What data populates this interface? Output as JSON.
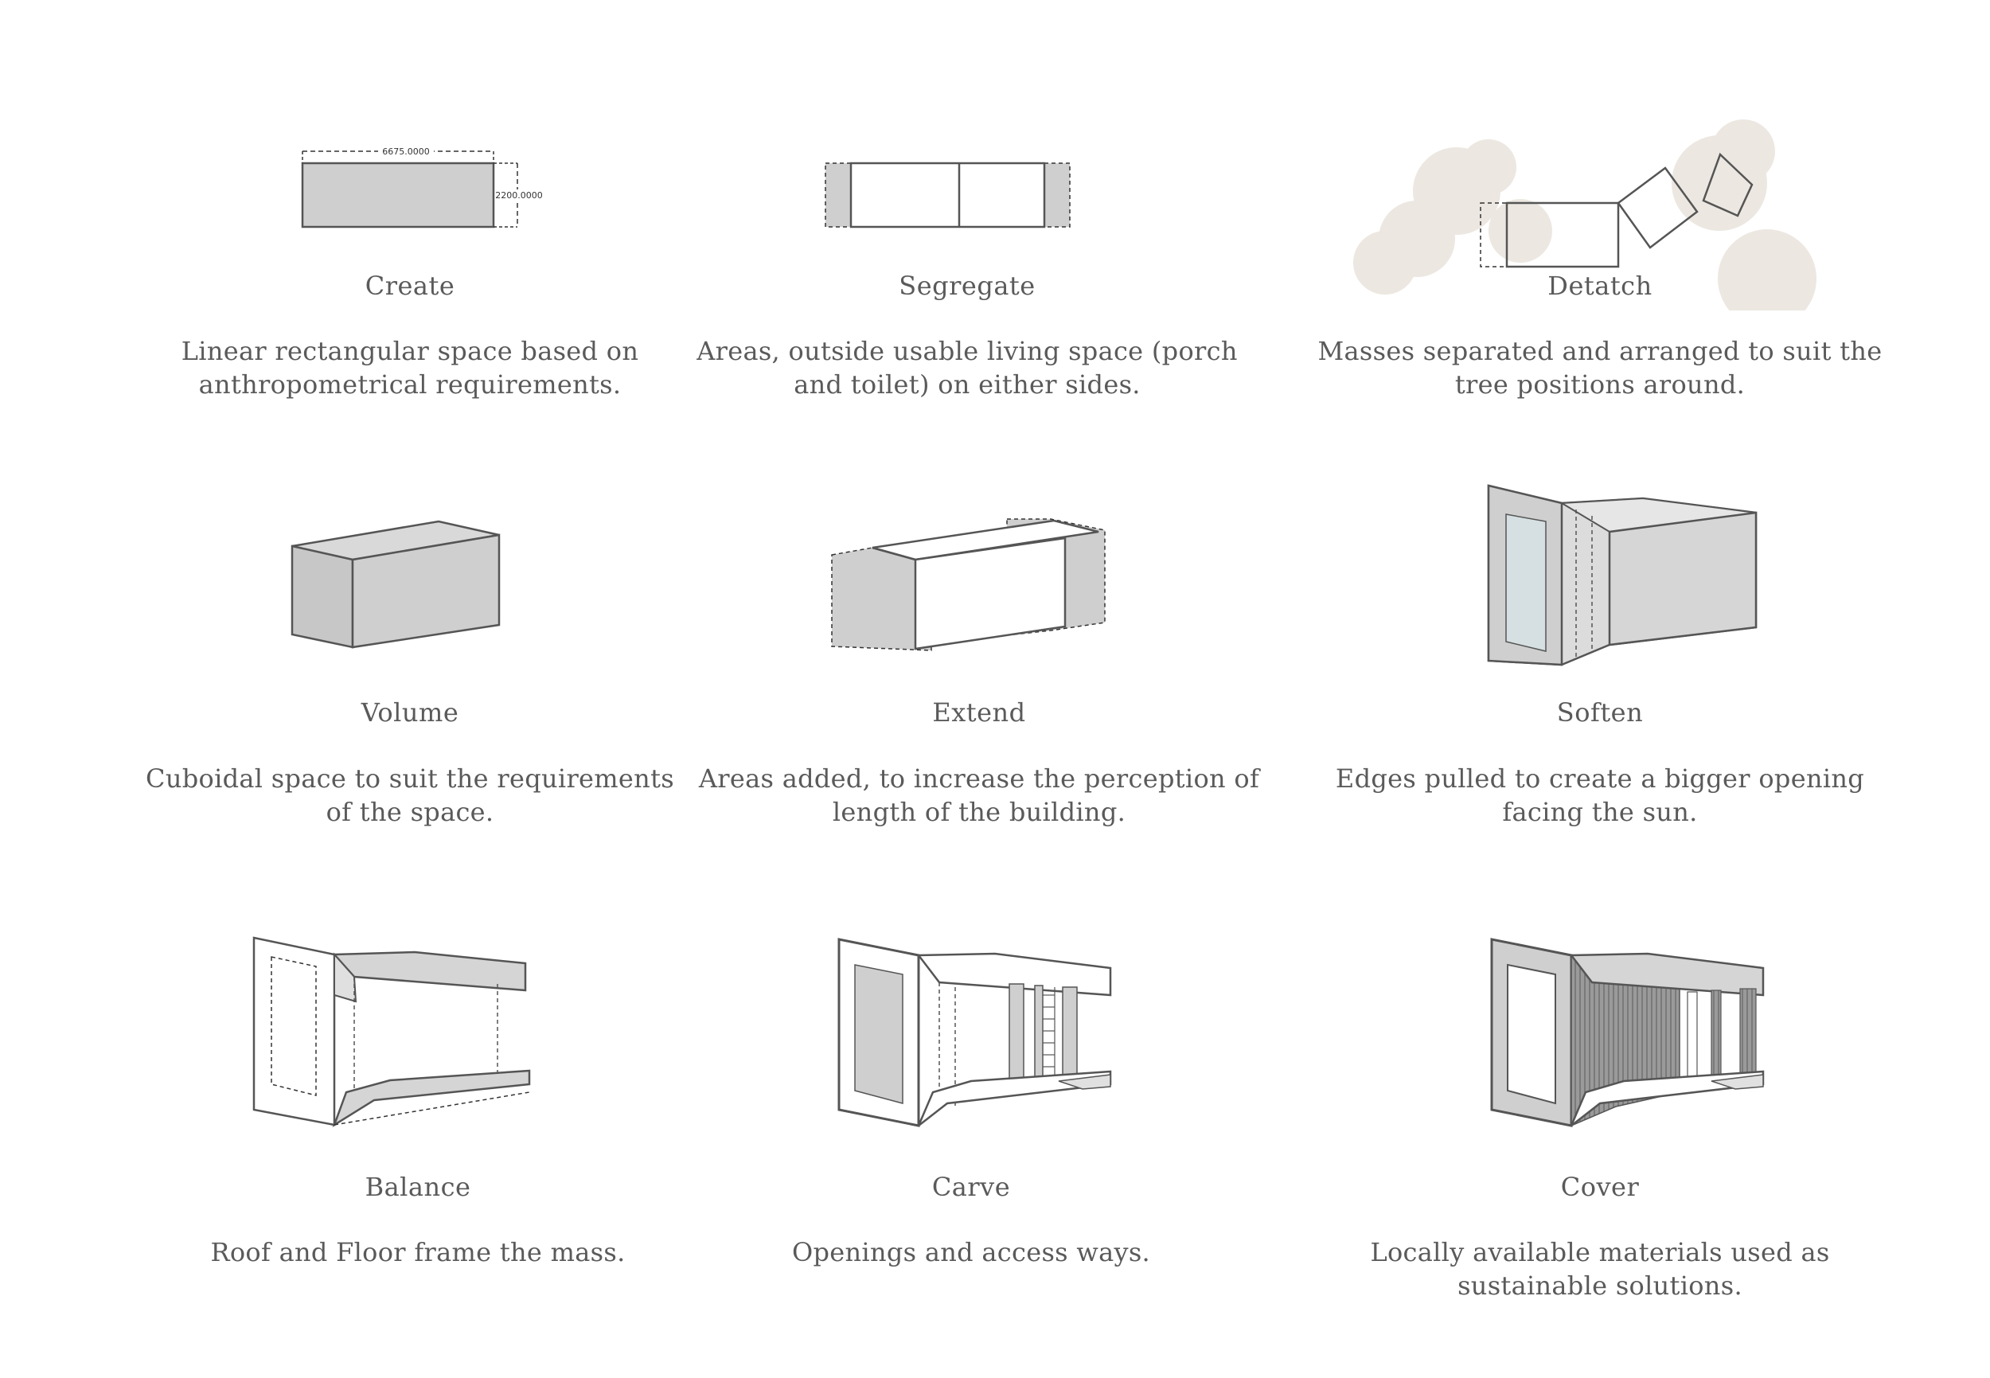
{
  "steps": [
    {
      "id": "create",
      "title": "Create",
      "description_lines": [
        "Linear rectangular space based on",
        "anthropometrical requirements."
      ],
      "dimension_width": "6675.0000",
      "dimension_height": "2200.0000"
    },
    {
      "id": "segregate",
      "title": "Segregate",
      "description_lines": [
        "Areas, outside usable living space (porch",
        "and toilet) on either sides."
      ]
    },
    {
      "id": "detatch",
      "title": "Detatch",
      "description_lines": [
        "Masses separated and arranged to suit the",
        "tree positions around."
      ]
    },
    {
      "id": "volume",
      "title": "Volume",
      "description_lines": [
        "Cuboidal space to suit the requirements",
        "of the space."
      ]
    },
    {
      "id": "extend",
      "title": "Extend",
      "description_lines": [
        "Areas added, to increase the perception of",
        "length of the building."
      ]
    },
    {
      "id": "soften",
      "title": "Soften",
      "description_lines": [
        "Edges pulled to create a bigger opening",
        "facing the sun."
      ]
    },
    {
      "id": "balance",
      "title": "Balance",
      "description_lines": [
        "Roof and Floor frame the mass."
      ]
    },
    {
      "id": "carve",
      "title": "Carve",
      "description_lines": [
        "Openings and access ways."
      ]
    },
    {
      "id": "cover",
      "title": "Cover",
      "description_lines": [
        "Locally available materials used as",
        "sustainable solutions."
      ]
    }
  ],
  "colors": {
    "text": "#5a5a5a",
    "fill_grey": "#cfcfcf",
    "stroke": "#555555",
    "tree": "#ece7e1",
    "glass": "#d6dfe1"
  }
}
